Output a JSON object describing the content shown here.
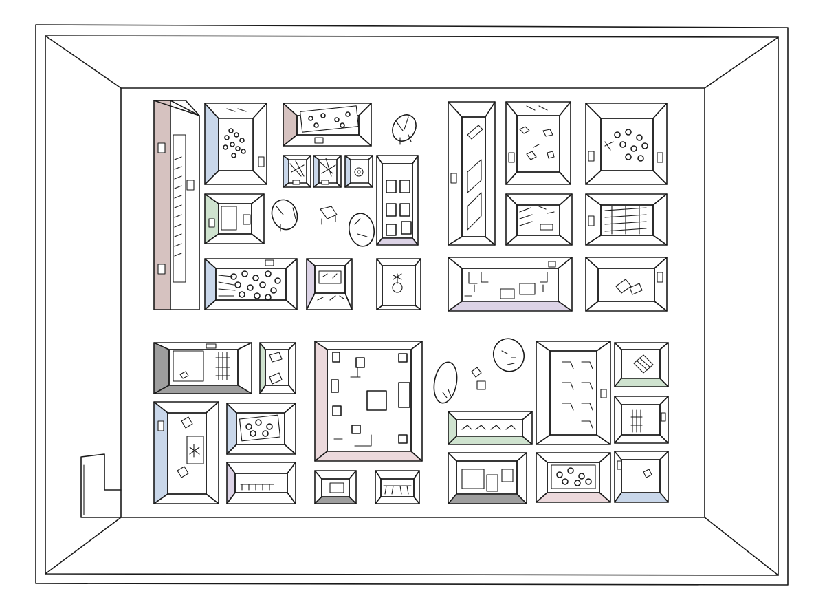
{
  "palette": {
    "line": "#1a1a1a",
    "paper": "#ffffff",
    "mauve": "#d6c2c0",
    "blue": "#c9d7ea",
    "green": "#cfe3cf",
    "lavender": "#dcd3e6",
    "pink": "#ecd9dc",
    "gray": "#9e9e9e"
  },
  "hall": {
    "description_icon": "exhibition-hall-floor-plan"
  },
  "booths": [
    {
      "id": "b1",
      "tint": "mauve"
    },
    {
      "id": "b2",
      "tint": "blue"
    },
    {
      "id": "b3",
      "tint": "mauve"
    },
    {
      "id": "b4",
      "tint": "blue"
    },
    {
      "id": "b5",
      "tint": "green"
    },
    {
      "id": "b6",
      "tint": "blue"
    },
    {
      "id": "b7",
      "tint": "lavender"
    },
    {
      "id": "b8",
      "tint": "none"
    },
    {
      "id": "b9",
      "tint": "none"
    },
    {
      "id": "b10",
      "tint": "lavender"
    },
    {
      "id": "b11",
      "tint": "none"
    },
    {
      "id": "b12",
      "tint": "none"
    },
    {
      "id": "b13",
      "tint": "none"
    },
    {
      "id": "b14",
      "tint": "none"
    },
    {
      "id": "b15",
      "tint": "none"
    },
    {
      "id": "b16",
      "tint": "gray"
    },
    {
      "id": "b17",
      "tint": "green"
    },
    {
      "id": "b18",
      "tint": "blue"
    },
    {
      "id": "b19",
      "tint": "blue"
    },
    {
      "id": "b20",
      "tint": "lavender"
    },
    {
      "id": "b21",
      "tint": "pink"
    },
    {
      "id": "b22",
      "tint": "none"
    },
    {
      "id": "b23",
      "tint": "none"
    },
    {
      "id": "b24",
      "tint": "green"
    },
    {
      "id": "b25",
      "tint": "gray"
    },
    {
      "id": "b26",
      "tint": "none"
    },
    {
      "id": "b27",
      "tint": "green"
    },
    {
      "id": "b28",
      "tint": "none"
    },
    {
      "id": "b29",
      "tint": "pink"
    },
    {
      "id": "b30",
      "tint": "blue"
    }
  ]
}
